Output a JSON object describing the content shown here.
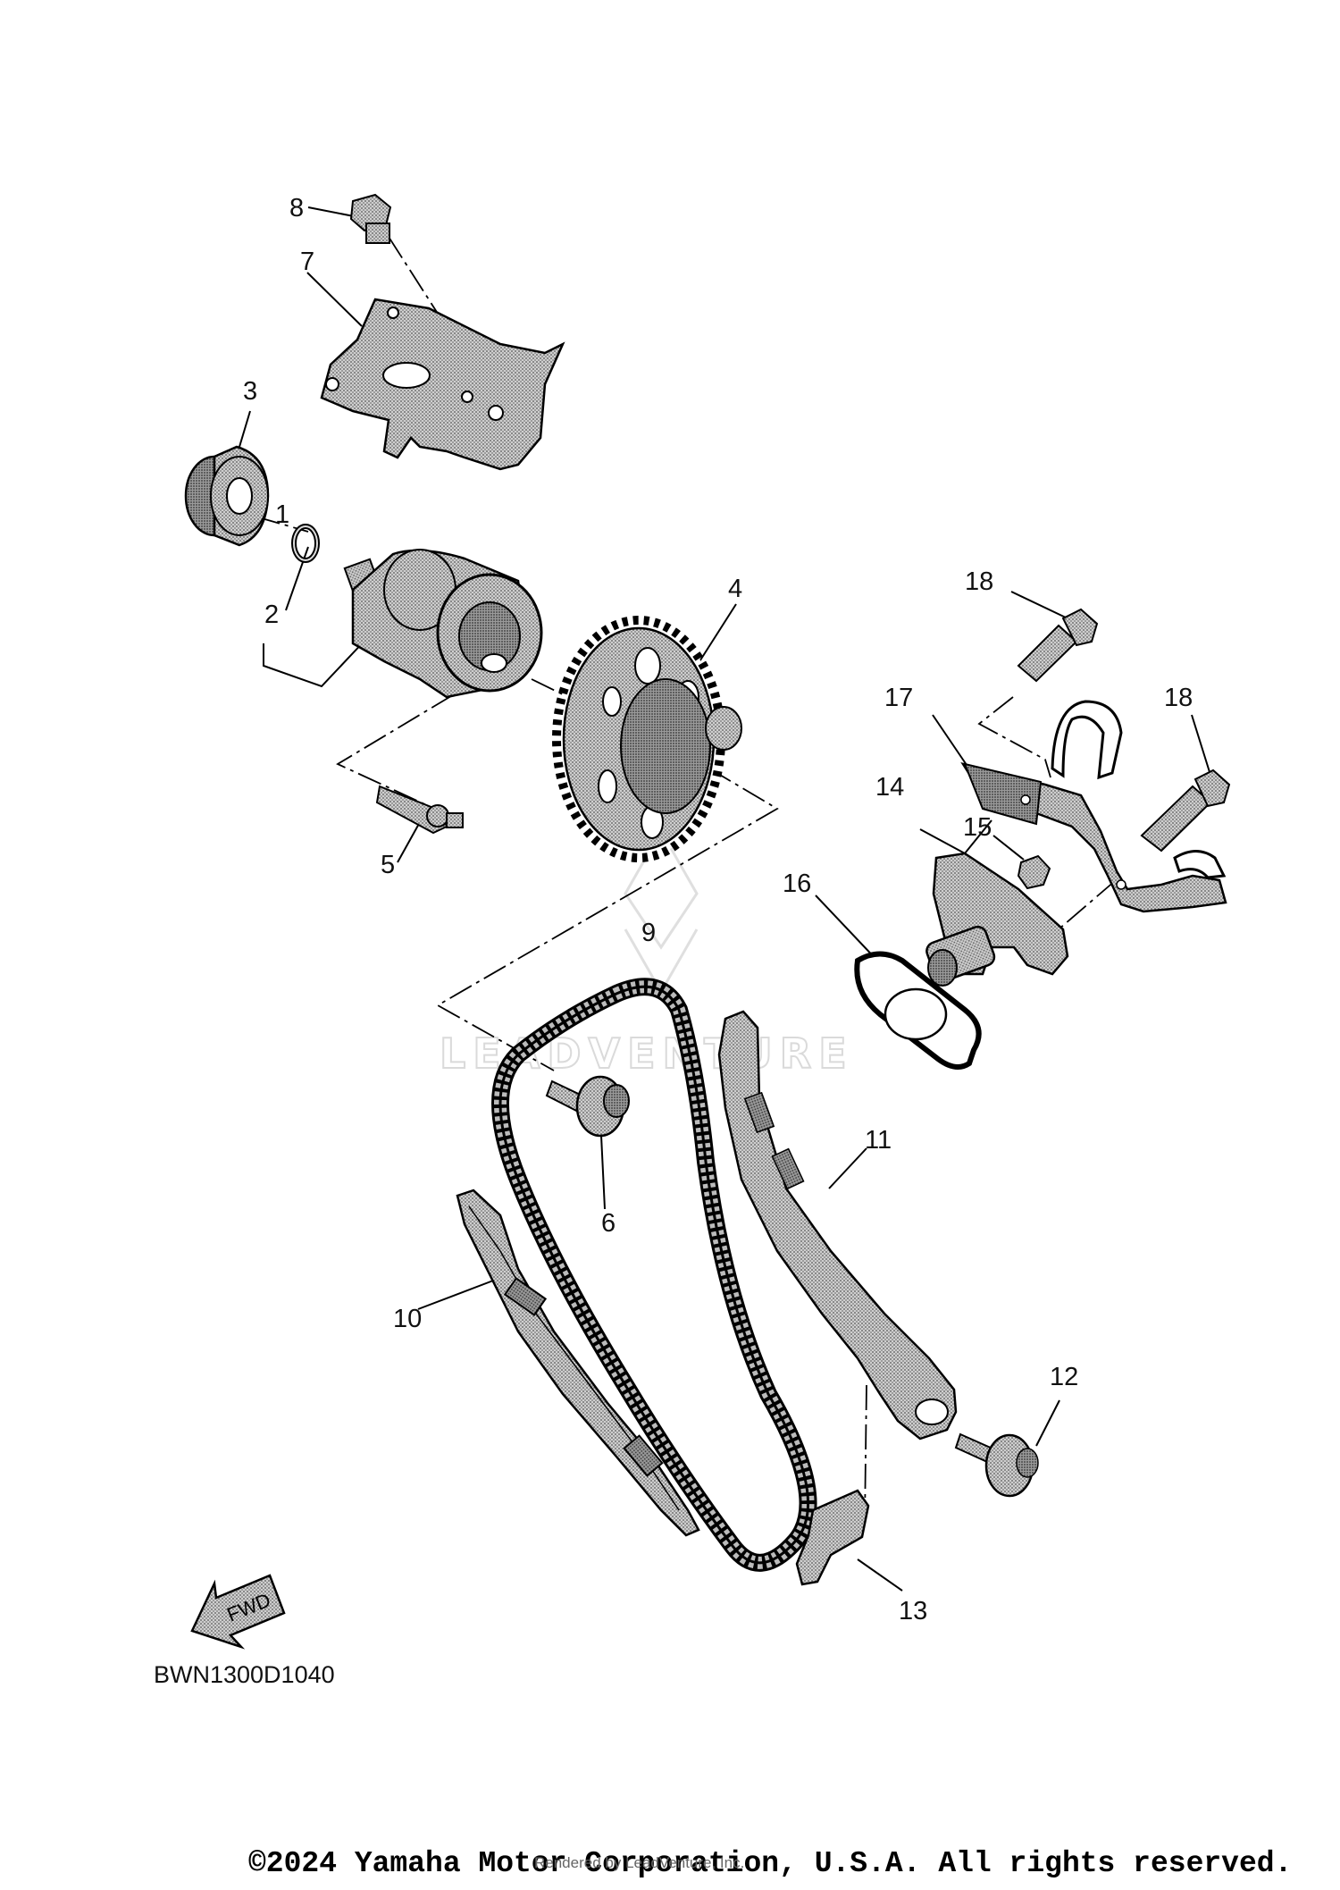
{
  "diagram_code": "BWN1300D1040",
  "fwd_label": "FWD",
  "watermark": "LEADVENTURE",
  "copyright": "©2024 Yamaha Motor Corporation, U.S.A. All rights reserved.",
  "rendered_by": "Rendered by LeadVenture, Inc.",
  "callouts": [
    "1",
    "2",
    "3",
    "4",
    "5",
    "6",
    "7",
    "8",
    "9",
    "10",
    "11",
    "12",
    "13",
    "14",
    "15",
    "16",
    "17",
    "18",
    "18"
  ]
}
